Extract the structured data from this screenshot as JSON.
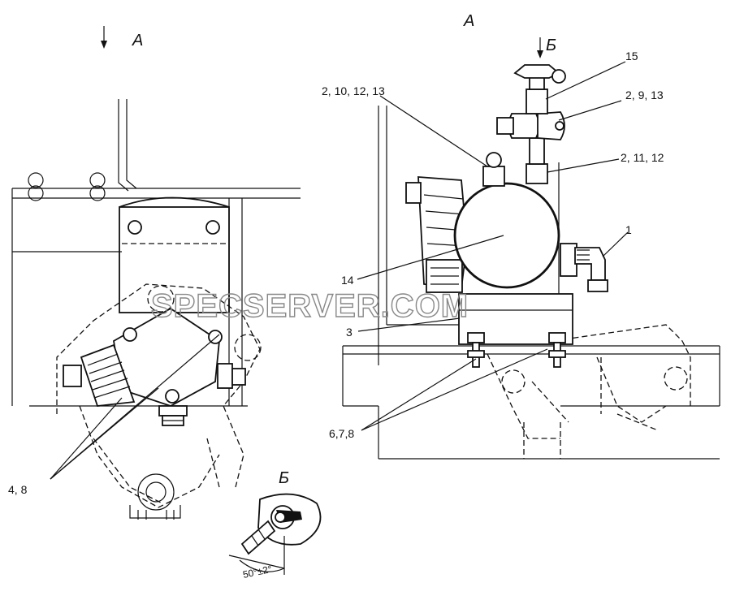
{
  "view_labels": {
    "left_arrow_label": "A",
    "right_view_title": "A",
    "top_arrow_label": "Б",
    "detail_title": "Б"
  },
  "callouts": {
    "c15": "15",
    "c2_10_12_13": "2, 10, 12, 13",
    "c2_9_13": "2, 9, 13",
    "c2_11_12": "2, 11, 12",
    "c1": "1",
    "c14": "14",
    "c3": "3",
    "c6_7_8": "6,7,8",
    "c4_8": "4, 8"
  },
  "detail": {
    "angle_dimension": "50°±2°"
  },
  "watermark": "SPECSERVER.COM"
}
